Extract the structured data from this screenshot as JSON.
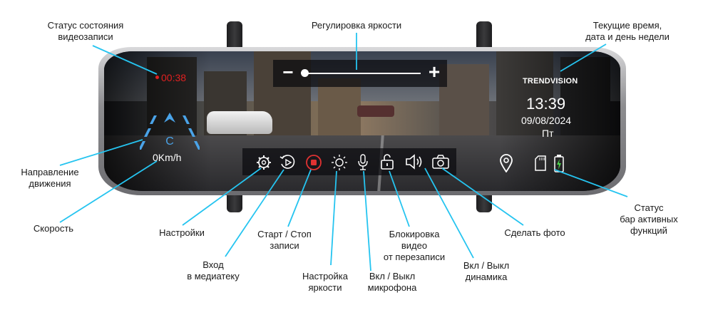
{
  "colors": {
    "leader": "#25c4f0",
    "rec_red": "#e02020",
    "record_btn": "#e03232",
    "battery_green": "#4ad44a",
    "lane_blue": "#4aa3e8"
  },
  "screen": {
    "rec_time": "00:38",
    "direction": "C",
    "speed": "0Km/h",
    "brand": "TRENDVISION",
    "time": "13:39",
    "date": "09/08/2024",
    "weekday": "Пт",
    "brightness_minus": "−",
    "brightness_plus": "+"
  },
  "icons": {
    "settings": "gear-icon",
    "media": "media-play-icon",
    "record": "record-stop-icon",
    "brightness": "brightness-sun-icon",
    "microphone": "microphone-icon",
    "lock": "lock-icon",
    "speaker": "speaker-icon",
    "camera": "camera-icon",
    "gps": "location-pin-icon",
    "sd": "sd-card-icon",
    "battery": "battery-icon"
  },
  "labels": {
    "rec_status": [
      "Статус состояния",
      "видеозаписи"
    ],
    "brightness_adj": [
      "Регулировка яркости"
    ],
    "datetime": [
      "Текущие время,",
      "дата и день недели"
    ],
    "direction": [
      "Направление",
      "движения"
    ],
    "speed": [
      "Скорость"
    ],
    "settings": [
      "Настройки"
    ],
    "media": [
      "Вход",
      "в медиатеку"
    ],
    "start_stop": [
      "Старт / Стоп",
      "записи"
    ],
    "brightness_cfg": [
      "Настройка",
      "яркости"
    ],
    "mic": [
      "Вкл / Выкл",
      "микрофона"
    ],
    "lock": [
      "Блокировка",
      "видео",
      "от перезаписи"
    ],
    "speaker": [
      "Вкл / Выкл",
      "динамика"
    ],
    "photo": [
      "Сделать фото"
    ],
    "status_bar": [
      "Статус",
      "бар активных",
      "функций"
    ]
  }
}
